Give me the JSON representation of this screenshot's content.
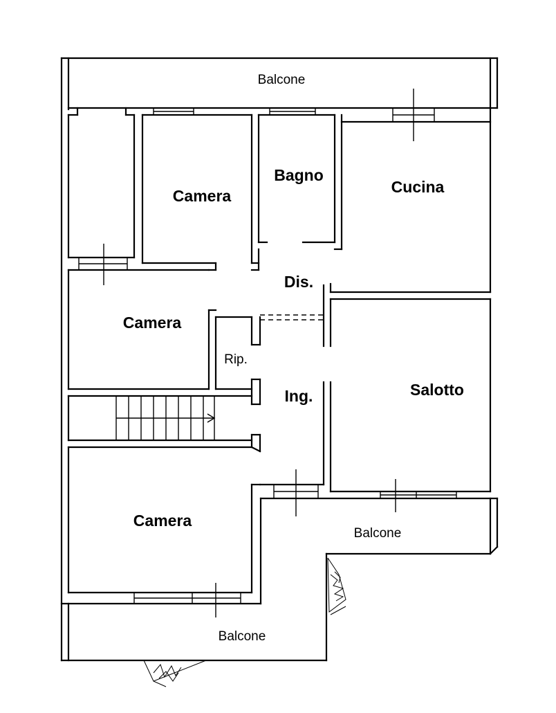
{
  "plan": {
    "rooms": {
      "balcone_north": "Balcone",
      "camera_north": "Camera",
      "bagno": "Bagno",
      "cucina": "Cucina",
      "dis": "Dis.",
      "camera_west": "Camera",
      "rip": "Rip.",
      "ing": "Ing.",
      "salotto": "Salotto",
      "camera_south": "Camera",
      "balcone_east": "Balcone",
      "balcone_south": "Balcone"
    }
  }
}
